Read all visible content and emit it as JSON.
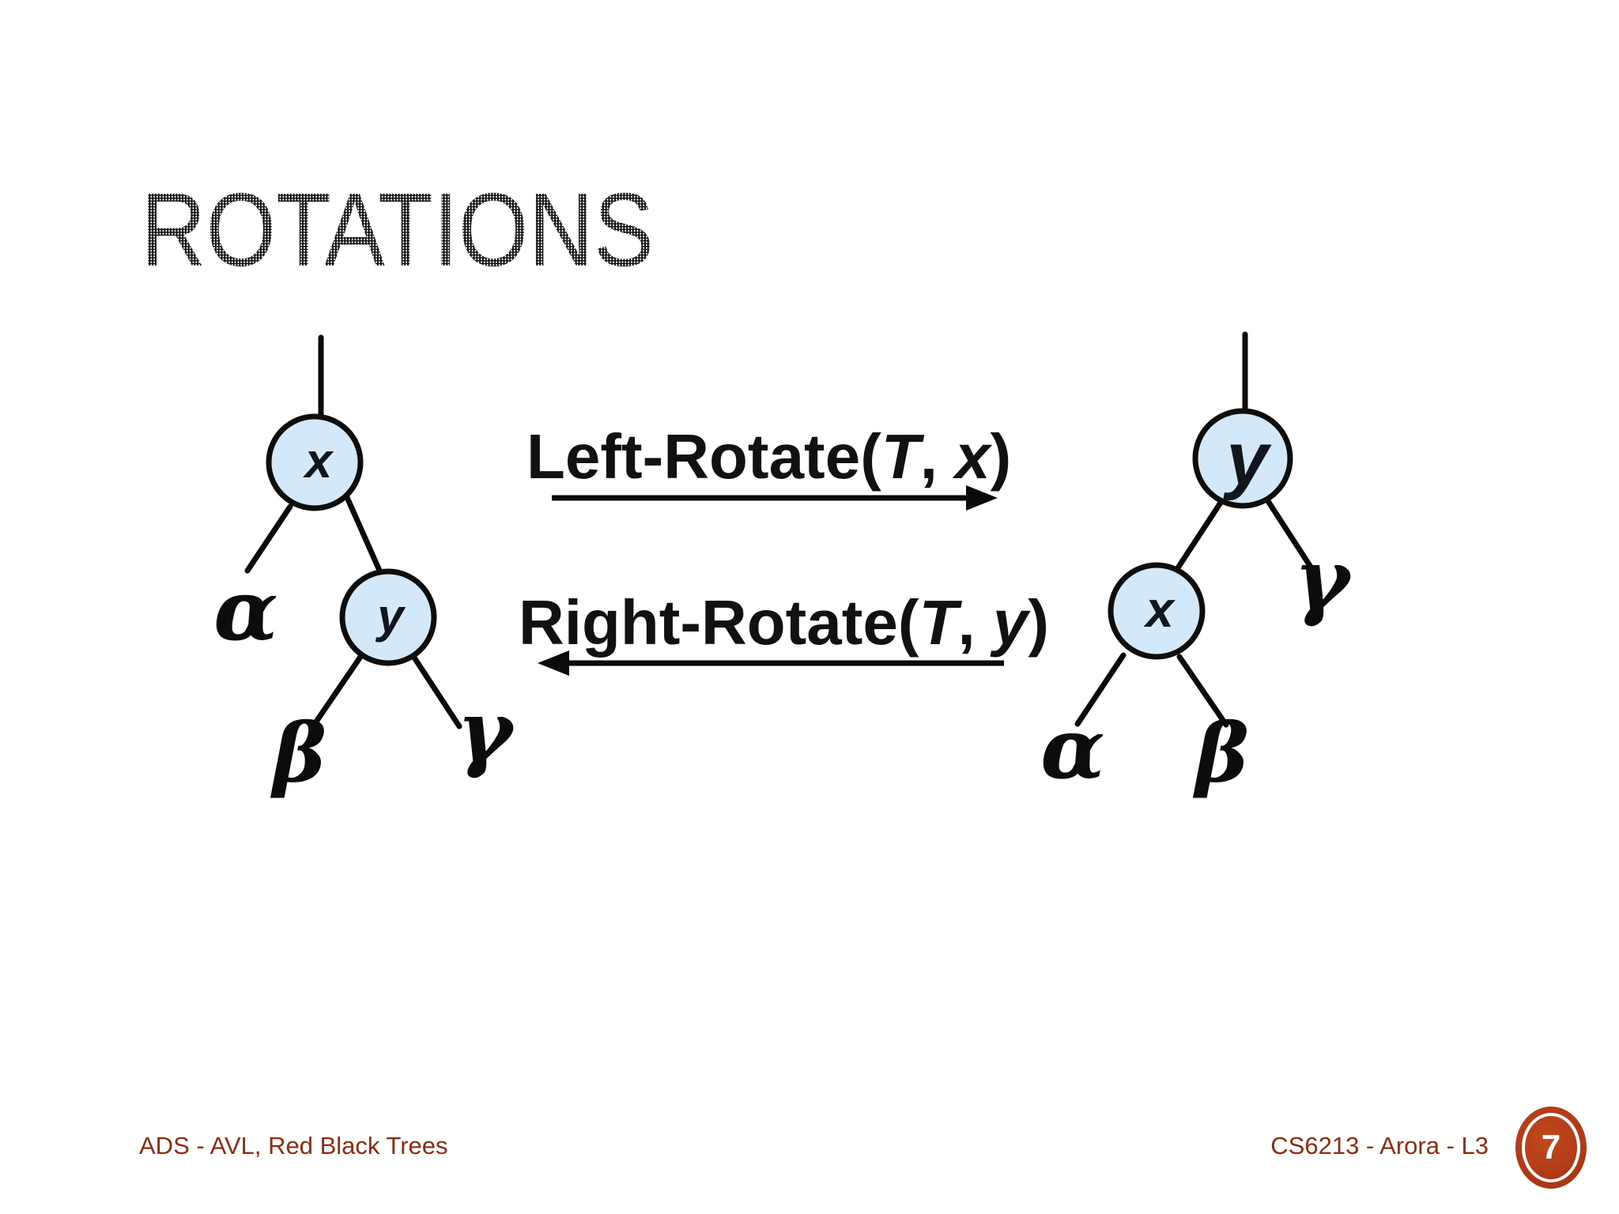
{
  "slide": {
    "title": "ROTATIONS",
    "footer": {
      "course": "ADS - AVL, Red Black Trees",
      "lecture": "CS6213 - Arora - L3",
      "page_number": "7"
    }
  },
  "operations": {
    "left_rotate": {
      "prefix": "Left-Rotate(",
      "tree_param": "T",
      "separator": ", ",
      "node_param": "x",
      "suffix": ")"
    },
    "right_rotate": {
      "prefix": "Right-Rotate(",
      "tree_param": "T",
      "separator": ", ",
      "node_param": "y",
      "suffix": ")"
    }
  },
  "left_tree": {
    "root_label": "x",
    "left_subtree": "α",
    "right_child_label": "y",
    "right_child_left_subtree": "β",
    "right_child_right_subtree": "γ"
  },
  "right_tree": {
    "root_label": "y",
    "right_subtree": "γ",
    "left_child_label": "x",
    "left_child_left_subtree": "α",
    "left_child_right_subtree": "β"
  },
  "colors": {
    "node_fill": "#d3e8f8",
    "node_stroke": "#0d0d0d",
    "line_color": "#0a0a0a",
    "footer_color": "#8e2c10",
    "badge_fill": "#b23a17",
    "badge_text": "#ffffff",
    "title_color": "#141414"
  }
}
